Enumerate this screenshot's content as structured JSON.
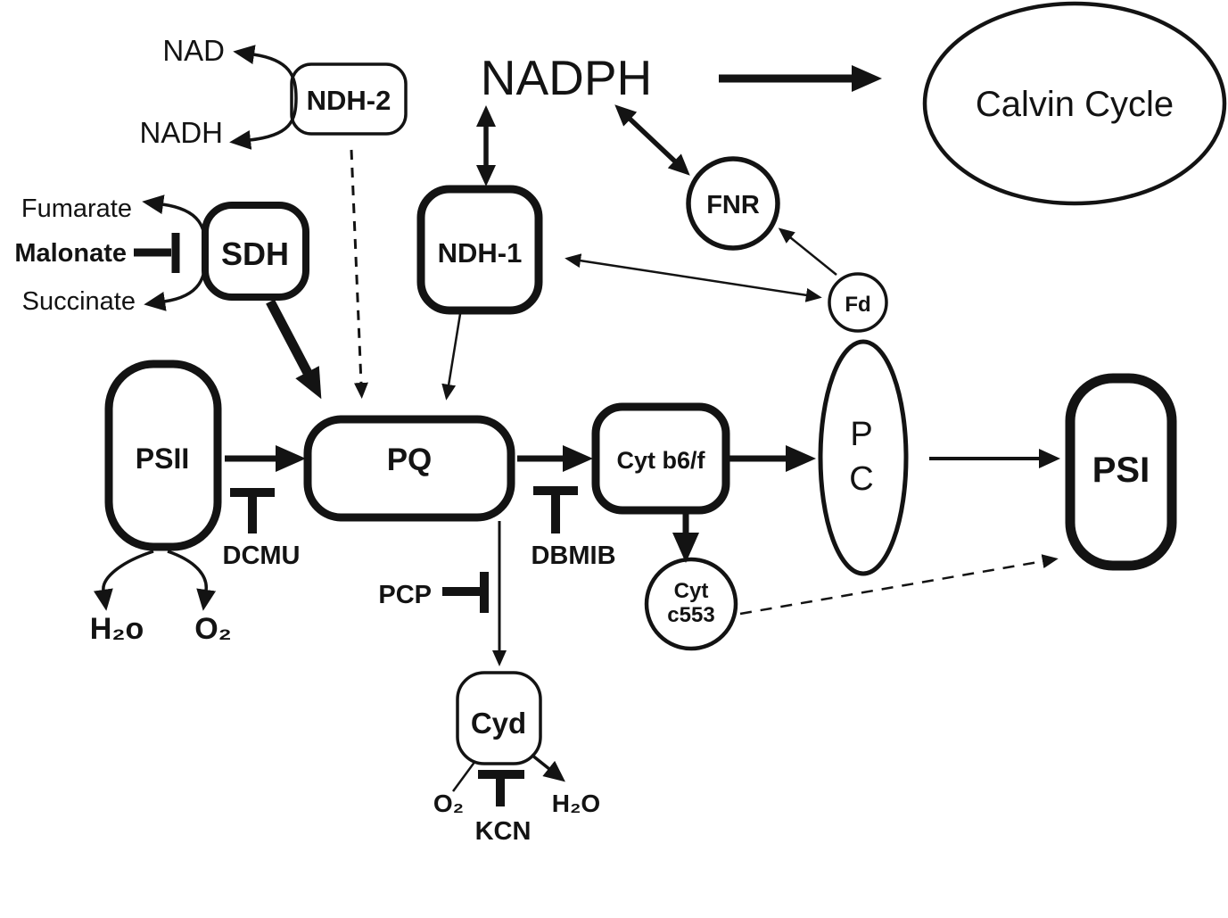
{
  "title": "Photosynthetic and respiratory electron transport pathway diagram",
  "colors": {
    "ink": "#131313",
    "background": "#ffffff",
    "cyd_fill": "#fbf7e7"
  },
  "nodes": {
    "ndh2": "NDH-2",
    "sdh": "SDH",
    "ndh1": "NDH-1",
    "fnr": "FNR",
    "fd": "Fd",
    "psii": "PSII",
    "pq": "PQ",
    "cyt_b6f": "Cyt b6/f",
    "pc_line1": "P",
    "pc_line2": "C",
    "psi": "PSI",
    "cyt_c553_line1": "Cyt",
    "cyt_c553_line2": "c553",
    "cyd": "Cyd",
    "calvin_cycle": "Calvin Cycle"
  },
  "metabolites": {
    "nad": "NAD",
    "nadh": "NADH",
    "nadph": "NADPH",
    "fumarate": "Fumarate",
    "succinate": "Succinate",
    "h2o_psii": "H₂o",
    "o2_psii": "O₂",
    "o2_cyd": "O₂",
    "h2o_cyd": "H₂O"
  },
  "inhibitors": {
    "malonate": "Malonate",
    "dcmu": "DCMU",
    "dbmib": "DBMIB",
    "pcp": "PCP",
    "kcn": "KCN"
  }
}
